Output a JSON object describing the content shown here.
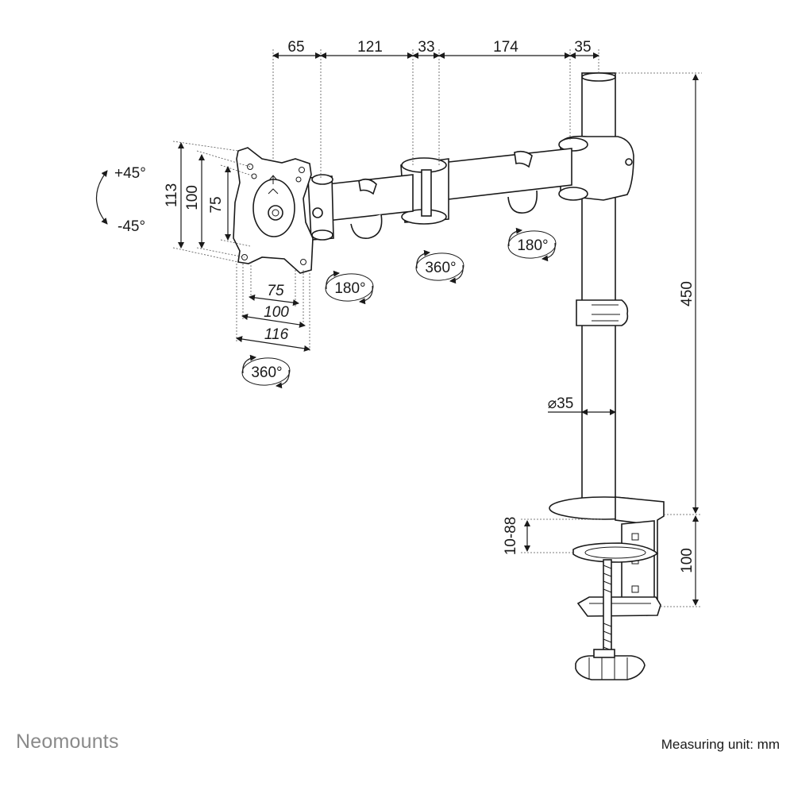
{
  "brand": {
    "name": "Neomounts"
  },
  "footer": {
    "unit_note": "Measuring unit: mm"
  },
  "dimensions": {
    "arm": [
      "65",
      "121",
      "33",
      "174",
      "35"
    ],
    "plate_height": [
      "113",
      "100",
      "75"
    ],
    "plate_width": [
      "75",
      "100",
      "116"
    ],
    "pole_height": "450",
    "pole_diameter": "⌀35",
    "desk_thickness": "10-88",
    "clamp_height": "100"
  },
  "rotations": {
    "tilt_up": "+45°",
    "tilt_down": "-45°",
    "plate_rotation": "360°",
    "joint_front": "180°",
    "joint_middle": "360°",
    "joint_rear": "180°"
  }
}
